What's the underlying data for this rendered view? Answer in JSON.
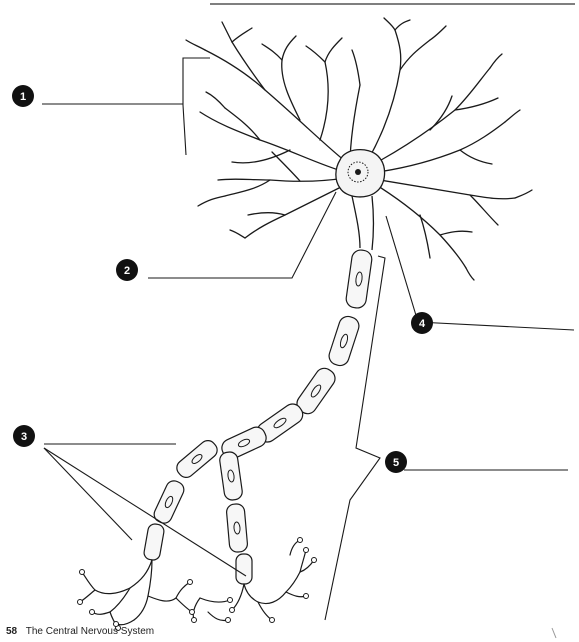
{
  "markers": [
    {
      "id": "marker-1",
      "number": "1"
    },
    {
      "id": "marker-2",
      "number": "2"
    },
    {
      "id": "marker-3",
      "number": "3"
    },
    {
      "id": "marker-4",
      "number": "4"
    },
    {
      "id": "marker-5",
      "number": "5"
    }
  ],
  "footer": {
    "page_number": "58",
    "running_title": "The Central Nervous System"
  },
  "colors": {
    "ink": "#1a1a1a",
    "marker_fill": "#111111",
    "background": "#ffffff"
  }
}
